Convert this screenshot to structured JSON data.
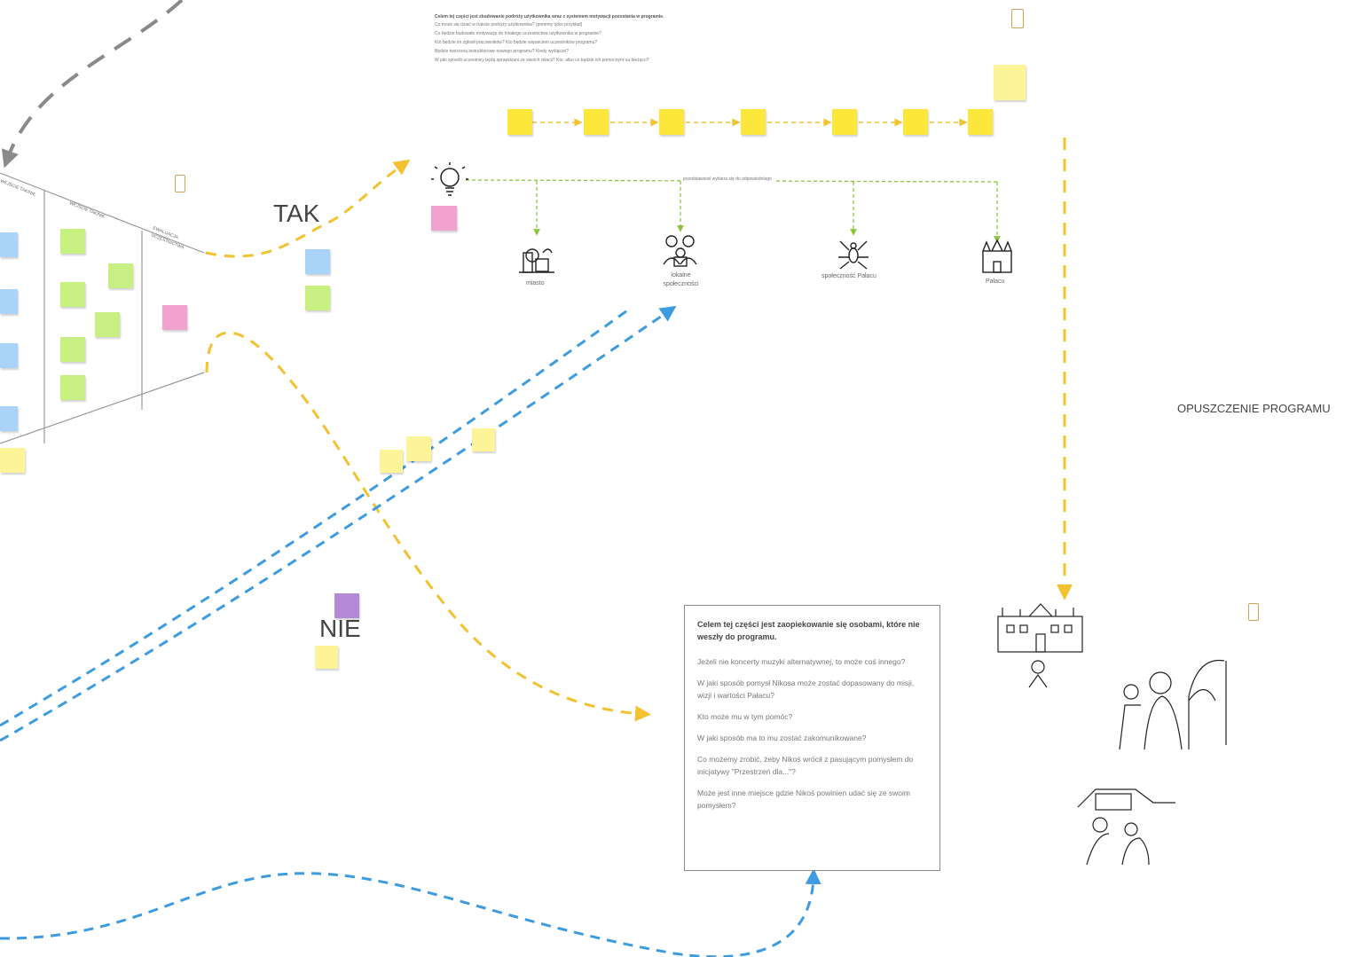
{
  "labels": {
    "tak": "TAK",
    "nie": "NIE",
    "exit": "OPUSZCZENIE PROGRAMU"
  },
  "top_text": {
    "heading": "Celem tej części jest zbudowanie podróży użytkownika wraz z systemem motywacji pozostania w programie.",
    "lines": [
      "Co może się dziać w trakcie podróży użytkownika? (pomimy tylko przykład)",
      "Co będzie budowało motywację do trwałego uczestnictwa użytkownika w programie?",
      "Kto będzie im zgłosił pracowników? Kto będzie wsparciem uczestników programu?",
      "Będzie tworzona instruktorowe nowego programu? Kiedy wyśiącze?",
      "W jaki sposób uczestnicy będą sprawdzani ze swoich relacji? Kto, albo co będzie ich pomocnym na bieżąco?"
    ]
  },
  "bottom_box": {
    "lead": "Celem tej części jest zaopiekowanie się osobami, które nie weszły do programu.",
    "questions": [
      "Jeżeli nie koncerty muzyki alternatywnej, to może coś innego?",
      "W jaki sposób pomysł Nikosa może zostać dopasowany do misji, wizji i wartości Pałacu?",
      "Kto może mu w tym pomóc?",
      "W jaki sposób ma to mu zostać zakomunikowane?",
      "Co możemy zrobić, żeby Nikoś wrócił z pasującym pomysłem do inicjatywy \"Przestrzeń dla...\"?",
      "Może jest inne miejsce gdzie Nikoś powinien udać się ze swoim pomysłem?"
    ]
  },
  "icons": {
    "miasto": "miasto",
    "spolecznosc": "społeczność Pałacu",
    "palac": "Pałacu",
    "ludzie": "lokalne społeczności",
    "rozdzial": "przedstawiciel wybiera się do odpowiedniego"
  },
  "colors": {
    "yellow_arrow": "#f2c230",
    "blue_arrow": "#3d9be0",
    "grey_arrow": "#8a8a8a",
    "green_arrow": "#8cc63f"
  }
}
